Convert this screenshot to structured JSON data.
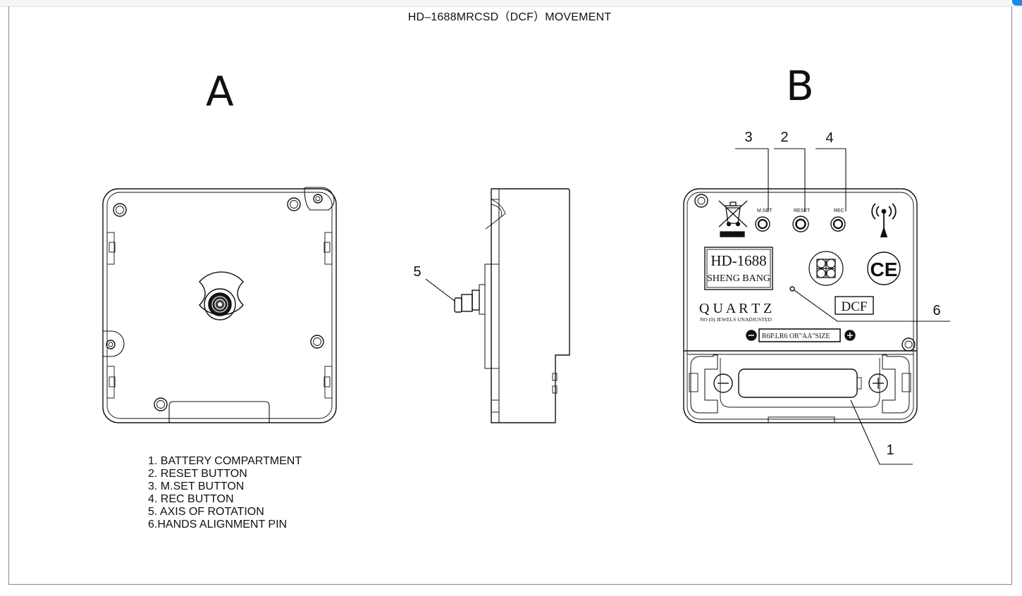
{
  "title": "HD–1688MRCSD（DCF）MOVEMENT",
  "views": {
    "front": "A",
    "back": "B"
  },
  "callouts": {
    "n1": "1",
    "n2": "2",
    "n3": "3",
    "n4": "4",
    "n5": "5",
    "n6": "6"
  },
  "back_labels": {
    "mset": "M.SET",
    "reset": "RESET",
    "rec": "REC",
    "model": "HD-1688",
    "brand": "SHENG BANG",
    "quartz": "Q U A R T Z",
    "jewels": "NO (0) JEWELS  UNADJUSTED",
    "battery": "R6P.LR6 OR\"AA\"SIZE",
    "dcf": "DCF",
    "ce": "CE"
  },
  "legend": [
    "1. BATTERY COMPARTMENT",
    "2. RESET BUTTON",
    "3. M.SET BUTTON",
    "4. REC BUTTON",
    "5. AXIS OF ROTATION",
    "6.HANDS ALIGNMENT PIN"
  ]
}
